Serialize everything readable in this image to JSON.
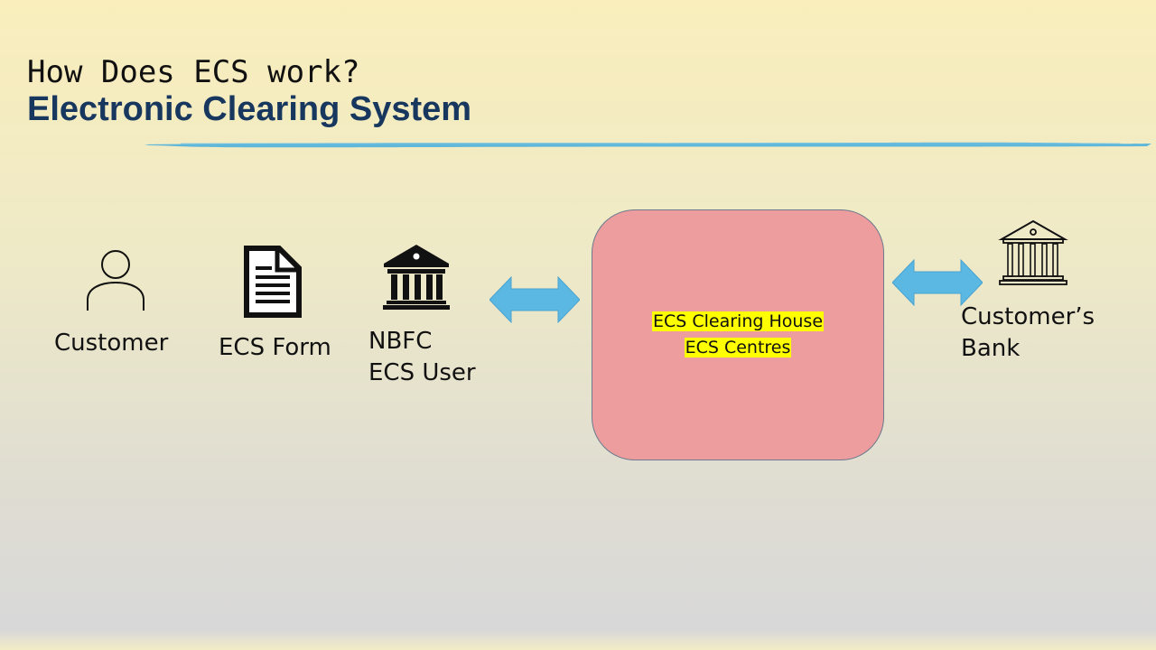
{
  "slide": {
    "title": "How Does ECS work?",
    "subtitle": "Electronic Clearing System"
  },
  "diagram": {
    "nodes": [
      {
        "id": "customer",
        "label": "Customer",
        "icon": "person-icon"
      },
      {
        "id": "ecs_form",
        "label": "ECS Form",
        "icon": "document-icon"
      },
      {
        "id": "nbfc",
        "label_line1": "NBFC",
        "label_line2": "ECS User",
        "icon": "bank-building-icon"
      },
      {
        "id": "clearing",
        "label_line1": "ECS Clearing House",
        "label_line2": "ECS Centres"
      },
      {
        "id": "customer_bank",
        "label_line1": "Customer’s",
        "label_line2": "Bank",
        "icon": "bank-outline-icon"
      }
    ],
    "edges": [
      {
        "from": "nbfc",
        "to": "clearing",
        "direction": "both"
      },
      {
        "from": "clearing",
        "to": "customer_bank",
        "direction": "both"
      }
    ],
    "colors": {
      "arrow": "#5bb8e3",
      "hub_fill": "#ed9d9d",
      "highlight": "#ffff00",
      "subtitle": "#17375e",
      "divider": "#4fb1dc"
    }
  }
}
